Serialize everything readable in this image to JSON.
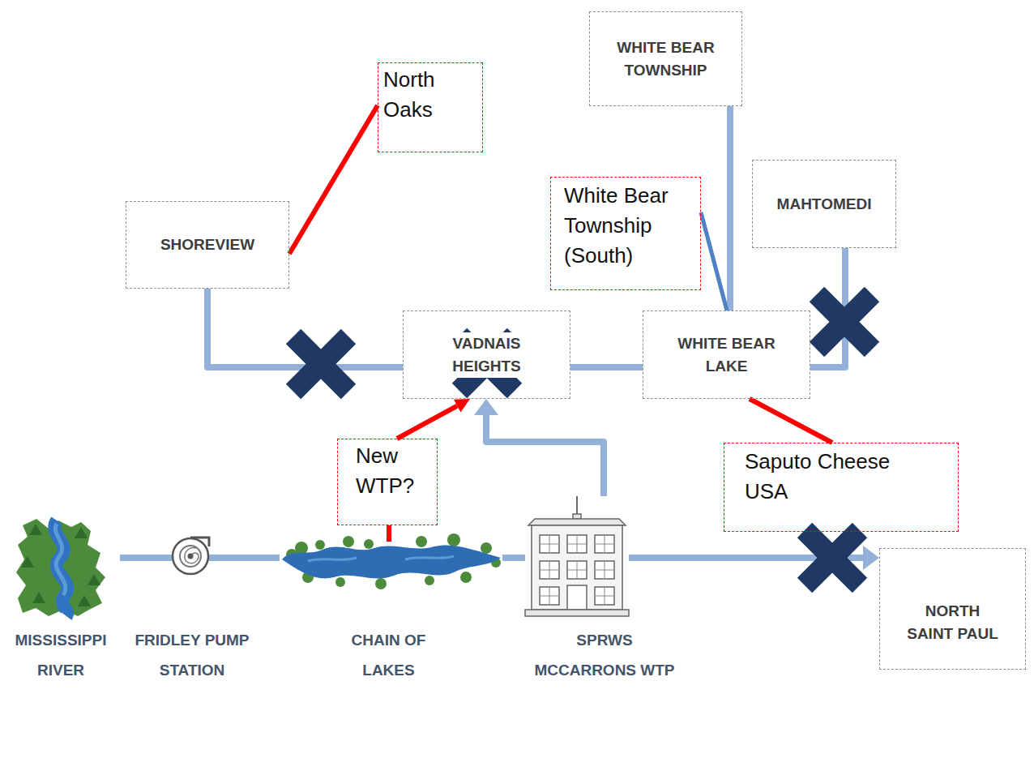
{
  "diagram": {
    "nodes": [
      {
        "text": [
          "WHITE BEAR TOWNSHIP"
        ]
      },
      {
        "text": [
          "North Oaks"
        ]
      },
      {
        "text": [
          "White Bear Township (South)"
        ]
      },
      {
        "text": [
          "MAHTOMEDI"
        ]
      },
      {
        "text": [
          "SHOREVIEW"
        ]
      },
      {
        "text": [
          "VADNAIS HEIGHTS"
        ]
      },
      {
        "text": [
          "WHITE BEAR LAKE"
        ]
      },
      {
        "text": [
          "New WTP?"
        ]
      },
      {
        "text": [
          "Saputo Cheese USA"
        ]
      },
      {
        "text": [
          "MISSISSIPPI RIVER"
        ]
      },
      {
        "text": [
          "FRIDLEY PUMP STATION"
        ]
      },
      {
        "text": [
          "CHAIN OF LAKES"
        ]
      },
      {
        "text": [
          "SPRWS MCCARRONS WTP"
        ]
      },
      {
        "text": [
          "NORTH SAINT PAUL"
        ]
      }
    ],
    "edges": [
      {
        "from": 0,
        "to": 6,
        "arrow": "none"
      },
      {
        "from": 2,
        "to": 6,
        "arrow": "none"
      },
      {
        "from": 3,
        "to": 6,
        "arrow": "none"
      },
      {
        "from": 4,
        "to": 5,
        "arrow": "none"
      },
      {
        "from": 5,
        "to": 6,
        "arrow": "none"
      },
      {
        "from": 1,
        "to": 4,
        "arrow": "none"
      },
      {
        "from": 8,
        "to": 6,
        "arrow": "none"
      },
      {
        "from": 7,
        "to": 11,
        "arrow": "none"
      },
      {
        "from": 7,
        "to": 5,
        "arrow": "to"
      },
      {
        "from": 12,
        "to": 5,
        "arrow": "to"
      },
      {
        "from": 9,
        "to": 10,
        "arrow": "none"
      },
      {
        "from": 10,
        "to": 11,
        "arrow": "none"
      },
      {
        "from": 11,
        "to": 12,
        "arrow": "none"
      },
      {
        "from": 12,
        "to": 13,
        "arrow": "to"
      }
    ]
  }
}
